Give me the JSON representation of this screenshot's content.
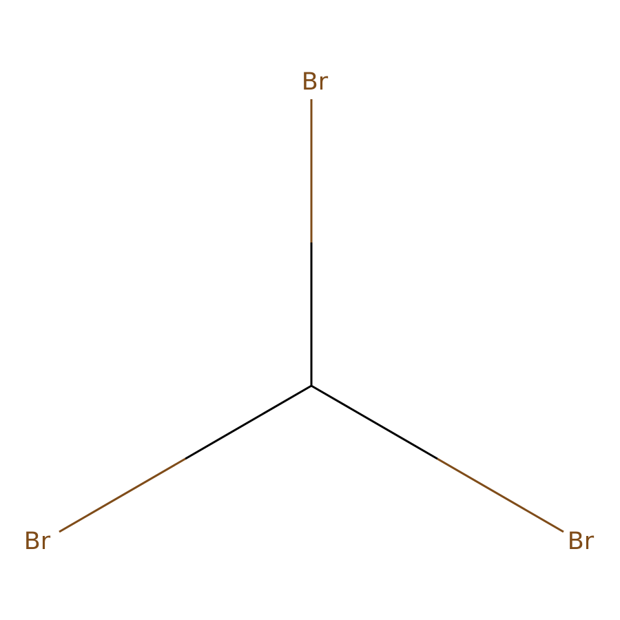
{
  "molecule": {
    "atoms": [
      {
        "id": "C1",
        "element": "C",
        "label": ""
      },
      {
        "id": "Br1",
        "element": "Br",
        "label": "Br"
      },
      {
        "id": "Br2",
        "element": "Br",
        "label": "Br"
      },
      {
        "id": "Br3",
        "element": "Br",
        "label": "Br"
      }
    ],
    "bonds": [
      {
        "from": "C1",
        "to": "Br1",
        "order": 1
      },
      {
        "from": "C1",
        "to": "Br2",
        "order": 1
      },
      {
        "from": "C1",
        "to": "Br3",
        "order": 1
      }
    ]
  },
  "colors": {
    "background": "#ffffff",
    "carbon": "#000000",
    "bromine": "#7f4c19"
  }
}
